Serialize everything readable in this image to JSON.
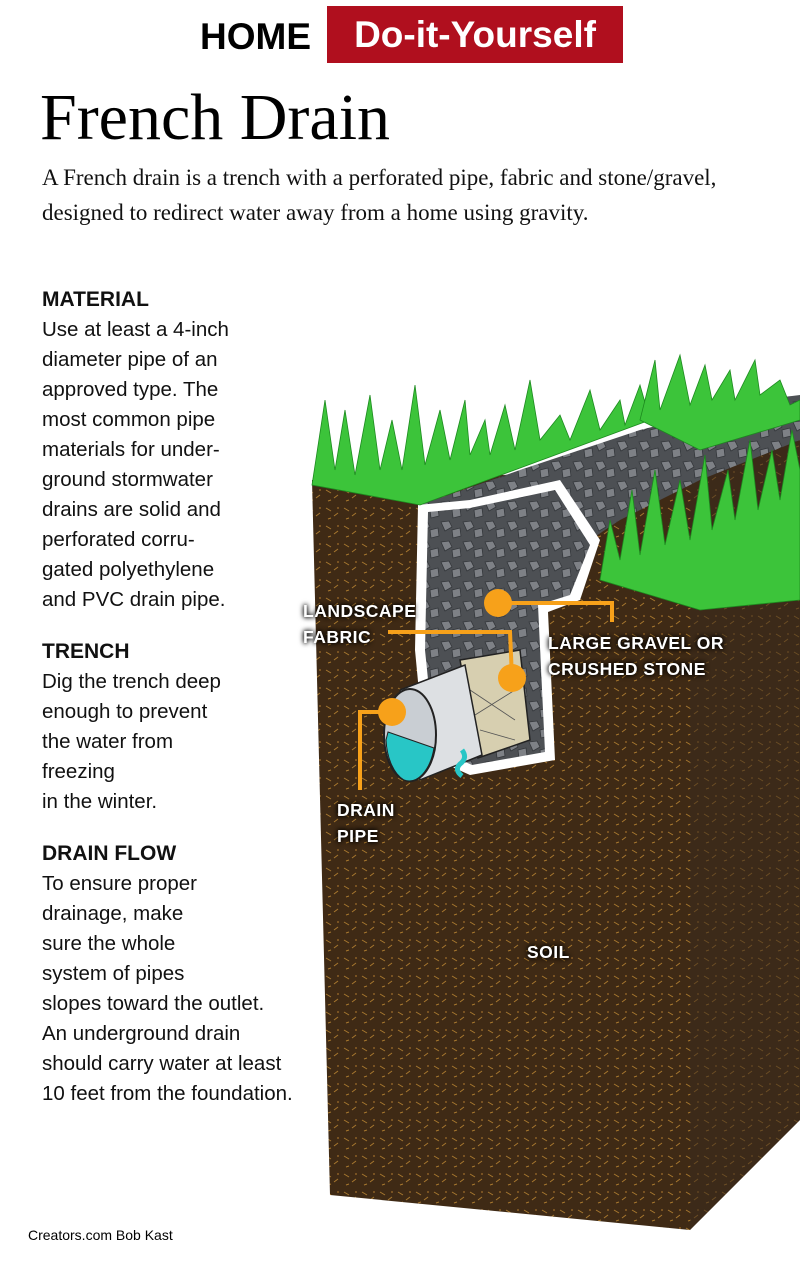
{
  "header": {
    "home": "HOME",
    "section": "Do-it-Yourself"
  },
  "title": "French Drain",
  "intro": "A French drain is a trench with a perforated pipe, fabric and stone/gravel, designed to redirect water away from a home using gravity.",
  "sections": [
    {
      "heading": "MATERIAL",
      "lines": [
        "Use at least a 4-inch",
        "diameter pipe of an",
        "approved type. The",
        "most common pipe",
        "materials for under-",
        "ground stormwater",
        "drains are solid and",
        "perforated corru-",
        "gated polyethylene",
        "and PVC drain pipe."
      ]
    },
    {
      "heading": "TRENCH",
      "lines": [
        "Dig the trench deep",
        "enough to prevent",
        "the water from",
        "freezing",
        "in the winter."
      ]
    },
    {
      "heading": "DRAIN FLOW",
      "lines": [
        "To ensure proper",
        "drainage, make",
        "sure the whole",
        "system of pipes",
        "slopes toward the outlet.",
        "An underground drain",
        "should carry water at least",
        "10 feet from the foundation."
      ]
    }
  ],
  "labels": {
    "fabric": [
      "LANDSCAPE",
      "FABRIC"
    ],
    "gravel": [
      "LARGE GRAVEL OR",
      "CRUSHED STONE"
    ],
    "pipe": [
      "DRAIN",
      "PIPE"
    ],
    "soil": "SOIL"
  },
  "credit": "Creators.com Bob Kast",
  "colors": {
    "accent_red": "#b00f1e",
    "callout_orange": "#f7a11a",
    "soil": "#4a3219",
    "grass": "#3cc43a",
    "gravel": "#6b6e72",
    "water": "#28c6c6"
  }
}
